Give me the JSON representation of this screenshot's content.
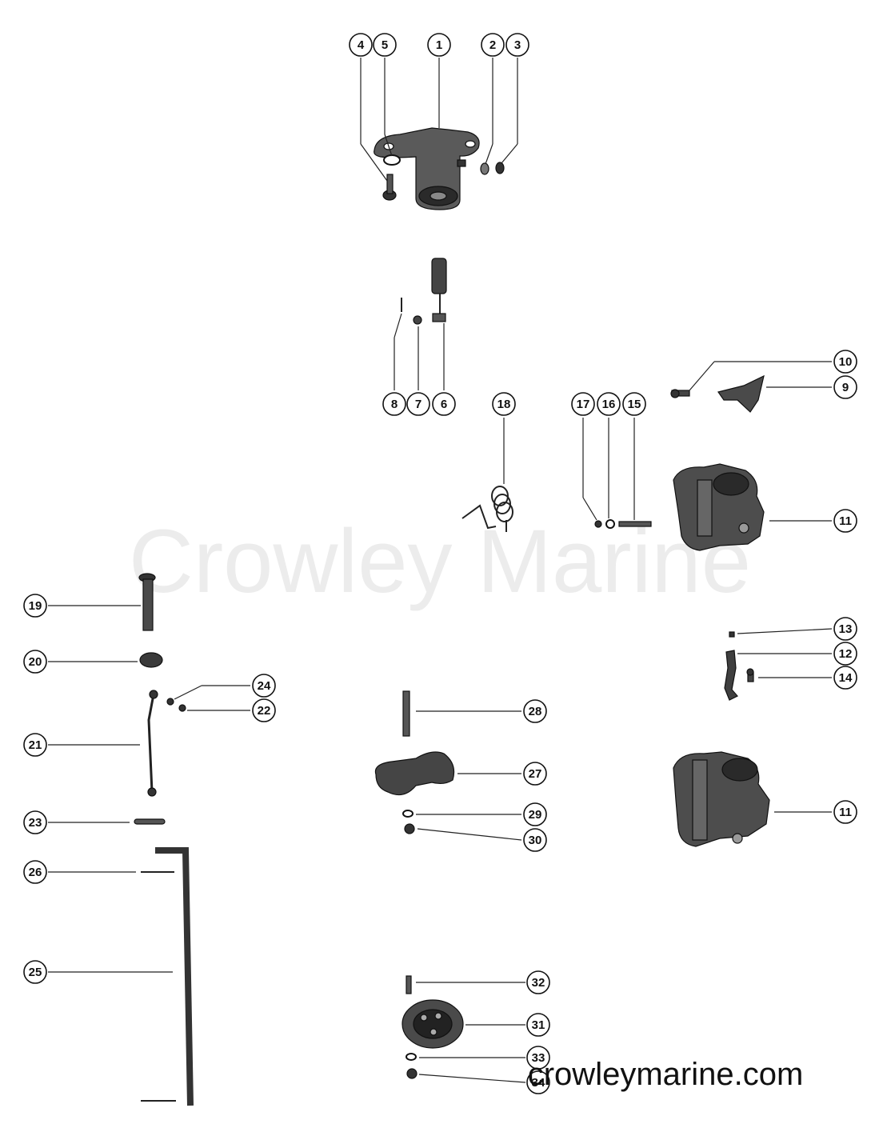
{
  "watermark": {
    "center_text": "Crowley Marine",
    "footer_text": "crowleymarine.com"
  },
  "callouts": [
    {
      "id": "c1",
      "label": "1"
    },
    {
      "id": "c2",
      "label": "2"
    },
    {
      "id": "c3",
      "label": "3"
    },
    {
      "id": "c4",
      "label": "4"
    },
    {
      "id": "c5",
      "label": "5"
    },
    {
      "id": "c6",
      "label": "6"
    },
    {
      "id": "c7",
      "label": "7"
    },
    {
      "id": "c8",
      "label": "8"
    },
    {
      "id": "c9",
      "label": "9"
    },
    {
      "id": "c10",
      "label": "10"
    },
    {
      "id": "c11a",
      "label": "11"
    },
    {
      "id": "c11b",
      "label": "11"
    },
    {
      "id": "c12",
      "label": "12"
    },
    {
      "id": "c13",
      "label": "13"
    },
    {
      "id": "c14",
      "label": "14"
    },
    {
      "id": "c15",
      "label": "15"
    },
    {
      "id": "c16",
      "label": "16"
    },
    {
      "id": "c17",
      "label": "17"
    },
    {
      "id": "c18",
      "label": "18"
    },
    {
      "id": "c19",
      "label": "19"
    },
    {
      "id": "c20",
      "label": "20"
    },
    {
      "id": "c21",
      "label": "21"
    },
    {
      "id": "c22",
      "label": "22"
    },
    {
      "id": "c23",
      "label": "23"
    },
    {
      "id": "c24",
      "label": "24"
    },
    {
      "id": "c25",
      "label": "25"
    },
    {
      "id": "c26",
      "label": "26"
    },
    {
      "id": "c27",
      "label": "27"
    },
    {
      "id": "c28",
      "label": "28"
    },
    {
      "id": "c29",
      "label": "29"
    },
    {
      "id": "c30",
      "label": "30"
    },
    {
      "id": "c31",
      "label": "31"
    },
    {
      "id": "c32",
      "label": "32"
    },
    {
      "id": "c33",
      "label": "33"
    },
    {
      "id": "c34",
      "label": "34"
    }
  ]
}
